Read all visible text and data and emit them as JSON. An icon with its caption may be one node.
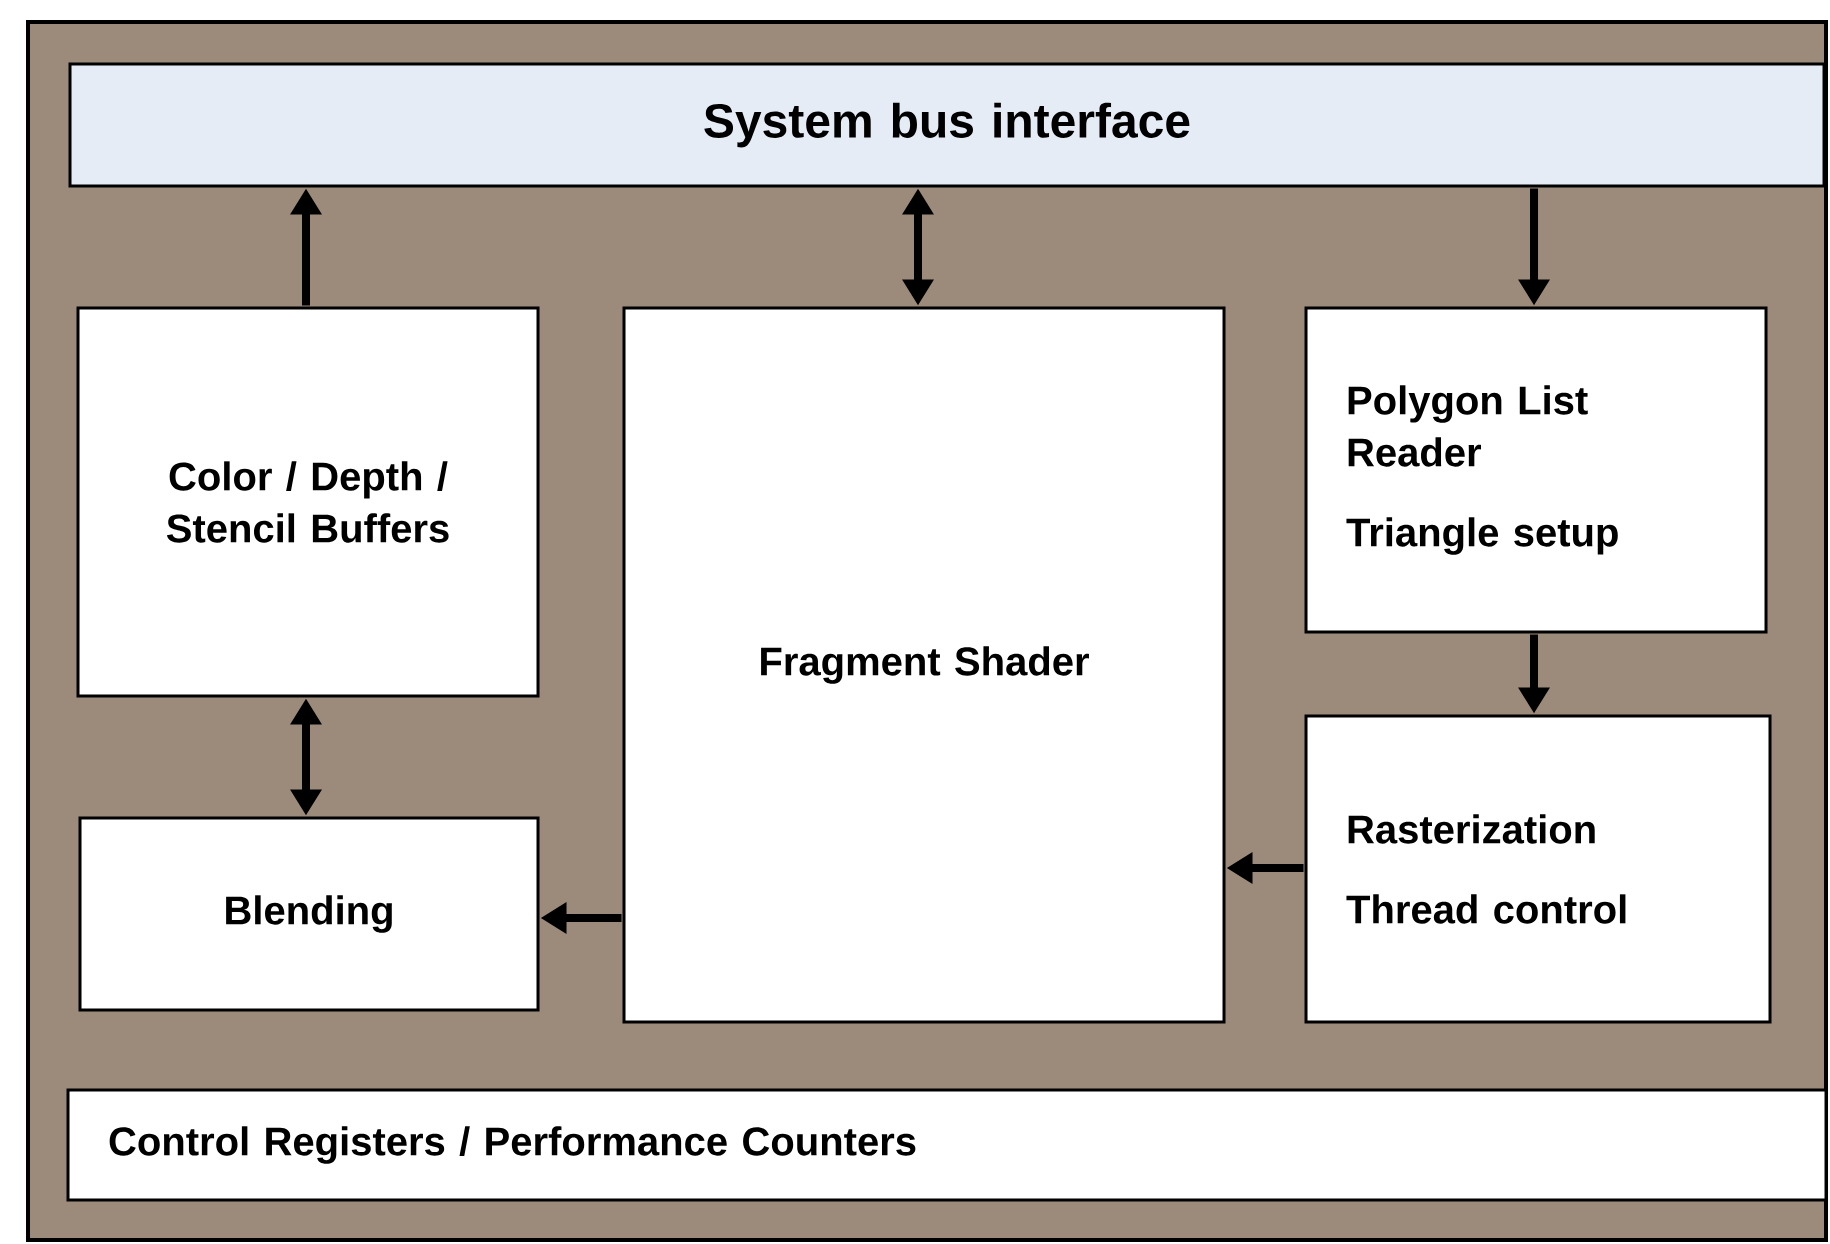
{
  "diagram": {
    "nodes": [
      {
        "text": [],
        "shape": "box"
      },
      {
        "text": [
          "System bus interface"
        ],
        "in": 0
      },
      {
        "text": [
          "Color / Depth / Stencil Buffers"
        ],
        "in": 0
      },
      {
        "text": [
          "Fragment Shader"
        ],
        "in": 0
      },
      {
        "text": [
          "Polygon List Reader",
          "Triangle setup"
        ],
        "in": 0
      },
      {
        "text": [
          "Blending"
        ],
        "in": 0
      },
      {
        "text": [
          "Rasterization",
          "Thread control"
        ],
        "in": 0
      },
      {
        "text": [
          "Control Registers / Performance Counters"
        ],
        "in": 0
      }
    ],
    "edges": [
      {
        "from": 2,
        "to": 1,
        "arrow": "to"
      },
      {
        "from": 3,
        "to": 1,
        "arrow": "both"
      },
      {
        "from": 1,
        "to": 4,
        "arrow": "to"
      },
      {
        "from": 4,
        "to": 6,
        "arrow": "to"
      },
      {
        "from": 6,
        "to": 3,
        "arrow": "to"
      },
      {
        "from": 3,
        "to": 5,
        "arrow": "to"
      },
      {
        "from": 2,
        "to": 5,
        "arrow": "both"
      }
    ]
  }
}
